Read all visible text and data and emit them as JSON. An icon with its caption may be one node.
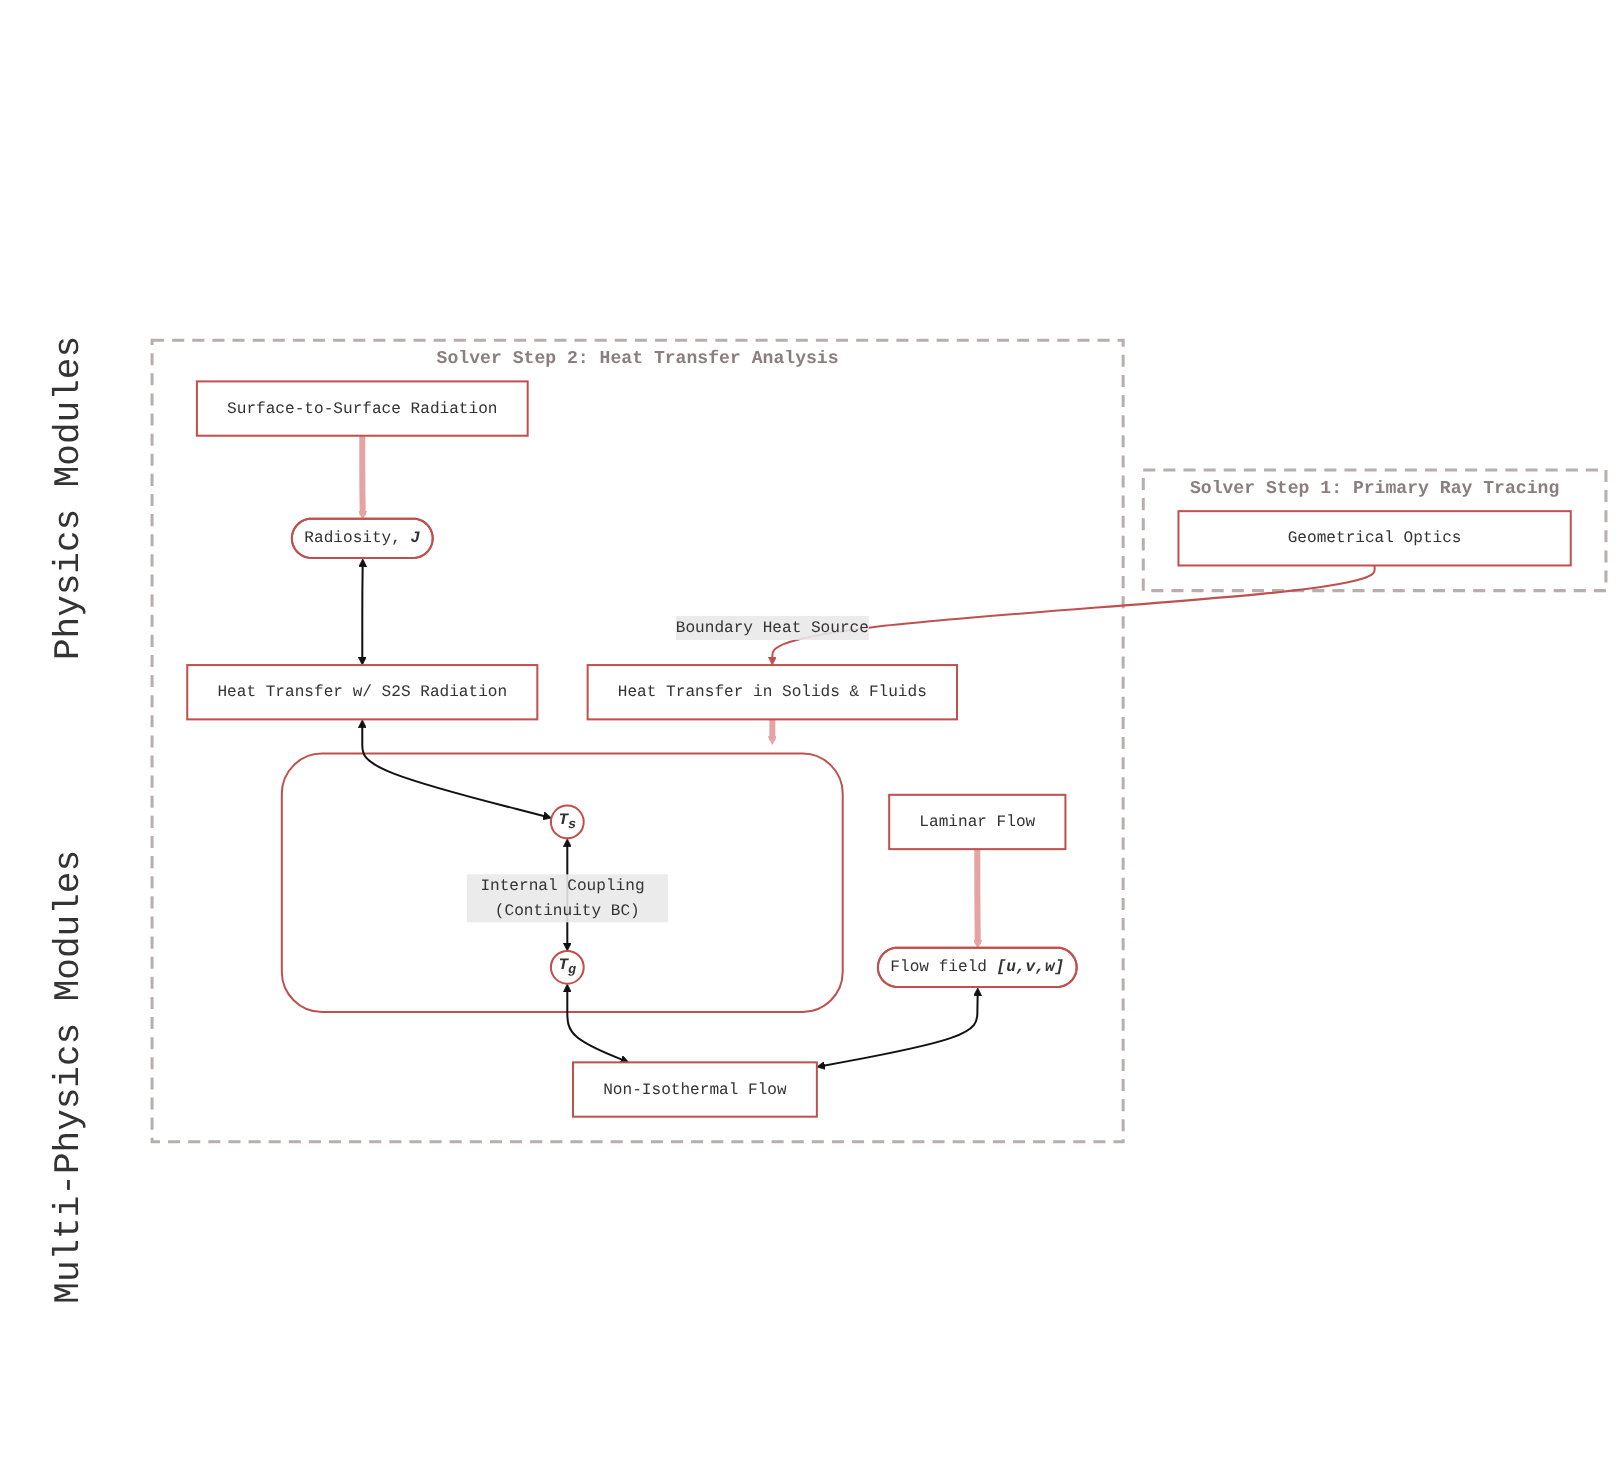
{
  "diagram": {
    "nodes": [
      {
        "text": [
          "Solver Step 1: Primary Ray Tracing"
        ]
      },
      {
        "text": [
          "Geometrical Optics"
        ],
        "in": 0
      },
      {
        "text": [
          "Solver Step 2: Heat Transfer Analysis"
        ]
      },
      {
        "text": [
          "Surface-to-Surface Radiation"
        ],
        "in": 2
      },
      {
        "text": [
          "Heat Transfer in Solids & Fluids"
        ],
        "in": 2
      },
      {
        "text": [
          "Laminar Flow"
        ],
        "in": 2
      },
      {
        "text": [
          "Radiosity, *J*"
        ],
        "in": 2
      },
      {
        "text": [],
        "shape": "box",
        "in": 2
      },
      {
        "text": [
          "*T$_{s}$*"
        ],
        "in": 7
      },
      {
        "text": [
          "*T$_{g}$*"
        ],
        "in": 7
      },
      {
        "text": [
          "Flow field *[u,v,w]*"
        ],
        "in": 2
      },
      {
        "text": [
          "Heat Transfer w/ S2S Radiation"
        ],
        "in": 2
      },
      {
        "text": [
          "Non-Isothermal Flow"
        ],
        "in": 2
      }
    ],
    "edges": [
      {
        "from": 1,
        "to": 4,
        "arrow": "to",
        "label": "Boundary Heat Source",
        "color": "#c0504d"
      },
      {
        "from": 3,
        "to": 6,
        "arrow": "to",
        "style": "thick",
        "color": "#e6a3a3"
      },
      {
        "from": 4,
        "to": 7,
        "arrow": "to",
        "style": "thick",
        "color": "#e6a3a3"
      },
      {
        "from": 5,
        "to": 10,
        "arrow": "to",
        "style": "thick",
        "color": "#e6a3a3"
      },
      {
        "from": 6,
        "to": 11,
        "arrow": "both"
      },
      {
        "from": 11,
        "to": 8,
        "arrow": "both"
      },
      {
        "from": 8,
        "to": 9,
        "arrow": "both",
        "label": "Internal Coupling (Continuity BC)"
      },
      {
        "from": 9,
        "to": 12,
        "arrow": "both"
      },
      {
        "from": 10,
        "to": 12,
        "arrow": "both"
      }
    ],
    "labels": [
      "Physics Modules",
      "Multi-Physics Modules"
    ]
  }
}
